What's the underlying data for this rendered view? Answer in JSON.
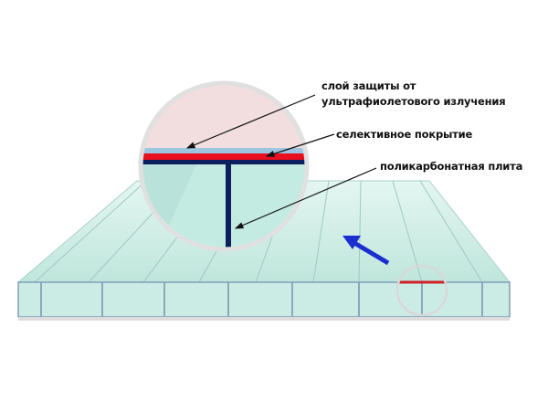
{
  "labels": {
    "uv_layer_line1": "слой защиты от",
    "uv_layer_line2": "ультрафиолетового излучения",
    "selective_coating": "селективное покрытие",
    "polycarbonate_sheet": "поликарбонатная плита"
  },
  "colors": {
    "sheet": "#cdeee6",
    "uv_layer": "#9cc6e0",
    "selective_coating": "#e8101e",
    "structure": "#0d1f5c",
    "arrow": "#1b2ed0"
  }
}
